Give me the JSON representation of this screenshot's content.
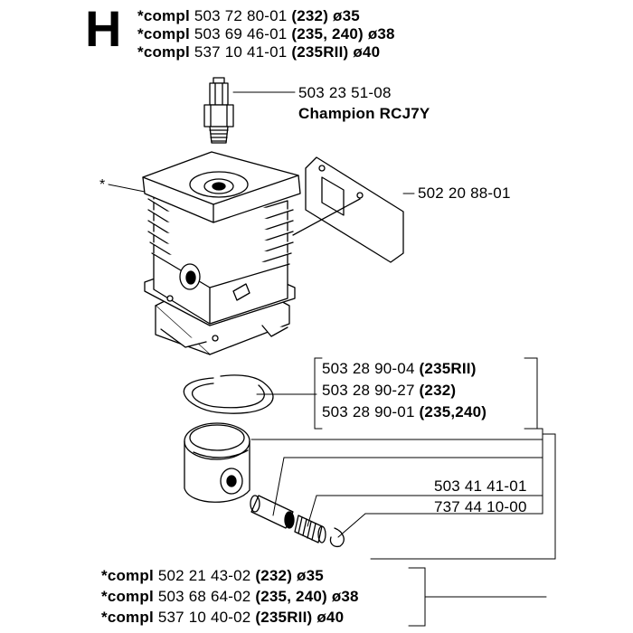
{
  "section": "H",
  "asterisk": "*",
  "header_lines": [
    {
      "prefix": "*compl",
      "number": "503 72 80-01",
      "models": "(232)",
      "diameter": "ø35"
    },
    {
      "prefix": "*compl",
      "number": "503 69 46-01",
      "models": "(235, 240)",
      "diameter": "ø38"
    },
    {
      "prefix": "*compl",
      "number": "537 10 41-01",
      "models": "(235RII)",
      "diameter": "ø40"
    }
  ],
  "spark_plug": {
    "number": "503 23 51-08",
    "name": "Champion RCJ7Y"
  },
  "gasket": {
    "number": "502 20 88-01"
  },
  "rings": [
    {
      "number": "503 28 90-04",
      "models": "(235RII)"
    },
    {
      "number": "503 28 90-27",
      "models": "(232)"
    },
    {
      "number": "503 28 90-01",
      "models": "(235,240)"
    }
  ],
  "bearing": {
    "number": "503 41 41-01"
  },
  "circlip": {
    "number": "737 44 10-00"
  },
  "footer_lines": [
    {
      "prefix": "*compl",
      "number": "502 21 43-02",
      "models": "(232)",
      "diameter": "ø35"
    },
    {
      "prefix": "*compl",
      "number": "503 68 64-02",
      "models": "(235, 240)",
      "diameter": "ø38"
    },
    {
      "prefix": "*compl",
      "number": "537 10 40-02",
      "models": "(235RII)",
      "diameter": "ø40"
    }
  ]
}
